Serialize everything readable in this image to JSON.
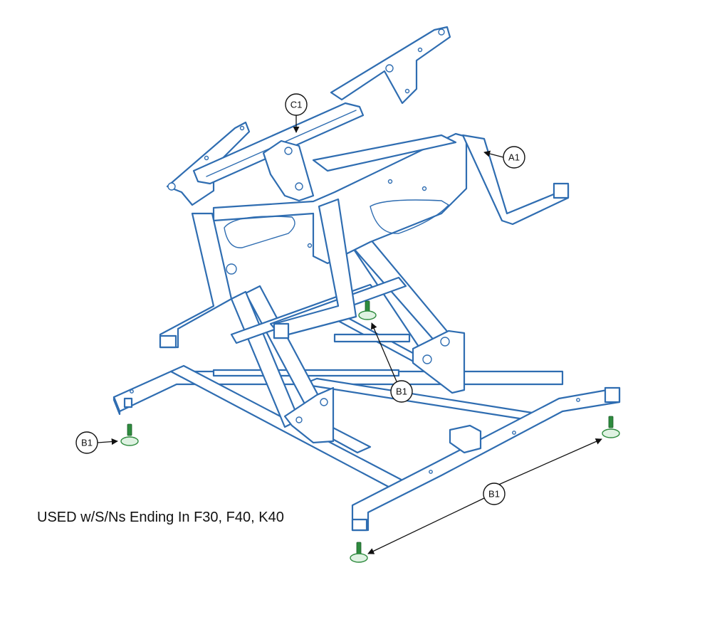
{
  "diagram": {
    "callouts": {
      "c1": "C1",
      "a1": "A1",
      "b1_center": "B1",
      "b1_left": "B1",
      "b1_right": "B1"
    },
    "caption": "USED w/S/Ns Ending In F30, F40, K40",
    "colors": {
      "frame_line": "#2f6db1",
      "glide_stud": "#2e8b3e",
      "glide_pad": "#dff2e2",
      "callout": "#111111"
    }
  }
}
